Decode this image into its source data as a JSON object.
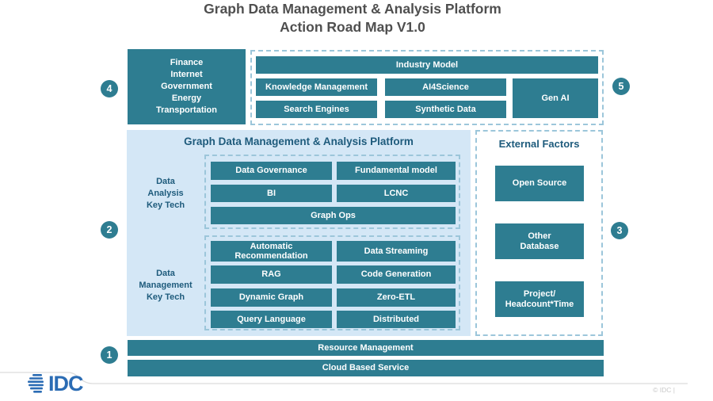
{
  "title": {
    "line1": "Graph Data Management & Analysis Platform",
    "line2": "Action Road Map V1.0"
  },
  "markers": {
    "one": "1",
    "two": "2",
    "three": "3",
    "four": "4",
    "five": "5"
  },
  "industries": {
    "text": "Finance\nInternet\nGovernment\nEnergy\nTransportation"
  },
  "applications": {
    "industry_model": "Industry Model",
    "knowledge_management": "Knowledge Management",
    "ai4science": "AI4Science",
    "gen_ai": "Gen AI",
    "search_engines": "Search Engines",
    "synthetic_data": "Synthetic Data"
  },
  "platform": {
    "title": "Graph Data Management & Analysis Platform",
    "analysis_label": "Data\nAnalysis\nKey Tech",
    "management_label": "Data\nManagement\nKey Tech",
    "analysis_boxes": {
      "data_governance": "Data Governance",
      "fundamental_model": "Fundamental model",
      "bi": "BI",
      "lcnc": "LCNC",
      "graph_ops": "Graph Ops"
    },
    "management_boxes": {
      "automatic_recommendation": "Automatic\nRecommendation",
      "data_streaming": "Data Streaming",
      "rag": "RAG",
      "code_generation": "Code Generation",
      "dynamic_graph": "Dynamic Graph",
      "zero_etl": "Zero-ETL",
      "query_language": "Query Language",
      "distributed": "Distributed"
    }
  },
  "external": {
    "title": "External Factors",
    "open_source": "Open Source",
    "other_database": "Other\nDatabase",
    "project_headcount": "Project/\nHeadcount*Time"
  },
  "foundation": {
    "resource_management": "Resource Management",
    "cloud_based_service": "Cloud Based Service"
  },
  "footer": {
    "logo_text": "IDC",
    "copyright": "© IDC |"
  },
  "colors": {
    "teal": "#2E7D91",
    "panel_blue": "#D4E7F6",
    "dashed_border": "#9CC6DA",
    "navy_text": "#1E5B7C",
    "title_gray": "#4F4F4F",
    "logo_blue": "#2B6CB4",
    "copyright_gray": "#C9C9C9"
  }
}
